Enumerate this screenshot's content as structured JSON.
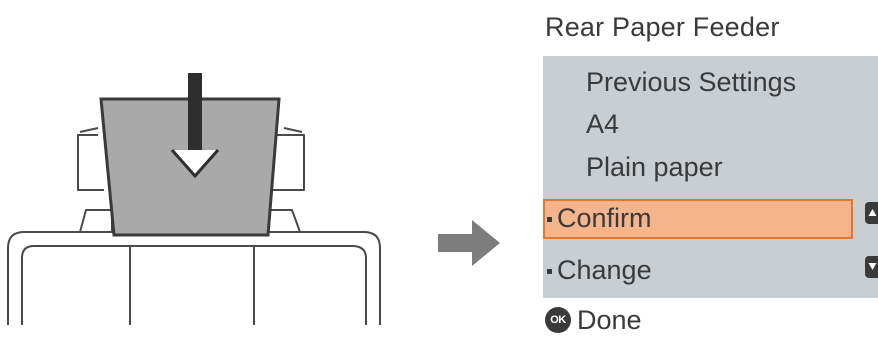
{
  "screen": {
    "title": "Rear Paper Feeder",
    "info": [
      "Previous Settings",
      "A4",
      "Plain paper"
    ],
    "menu": [
      {
        "label": "Confirm",
        "selected": true
      },
      {
        "label": "Change",
        "selected": false
      }
    ],
    "ok_badge": "OK",
    "done_label": "Done"
  },
  "icons": {
    "load_direction": "down-arrow-icon",
    "flow": "right-arrow-icon",
    "scroll_up": "scroll-up-icon",
    "scroll_down": "scroll-down-icon"
  },
  "colors": {
    "lcd_background": "#c9ced3",
    "selection_fill": "#f4b48c",
    "selection_border": "#e8762a",
    "paper": "#a9a9a9",
    "text": "#3a3a3a"
  }
}
